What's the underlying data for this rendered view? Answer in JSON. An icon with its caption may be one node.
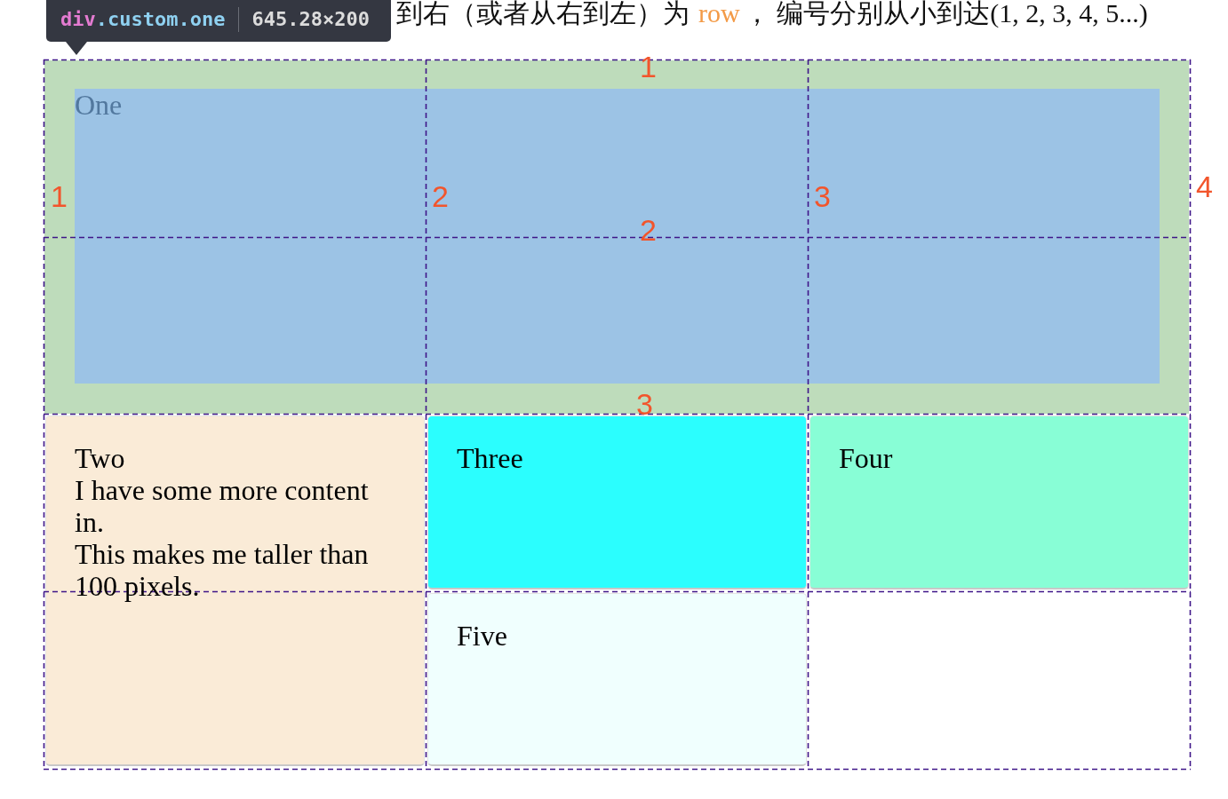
{
  "diagram": {
    "nodes": [
      {
        "text": [
          "One"
        ]
      },
      {
        "text": [
          "Two",
          "I have some more content in.",
          "This makes me taller than 100 pixels."
        ]
      },
      {
        "text": [
          "Three"
        ]
      },
      {
        "text": [
          "Four"
        ]
      },
      {
        "text": [
          "Five"
        ]
      }
    ],
    "labels": [
      "div",
      ".custom.one",
      "645.28×200",
      "到右（或者从右到左）为",
      "row",
      "， 编号分别从小到达(1, 2, 3, 4, 5...)",
      "1",
      "1",
      "2",
      "3",
      "4",
      "2",
      "3"
    ]
  }
}
